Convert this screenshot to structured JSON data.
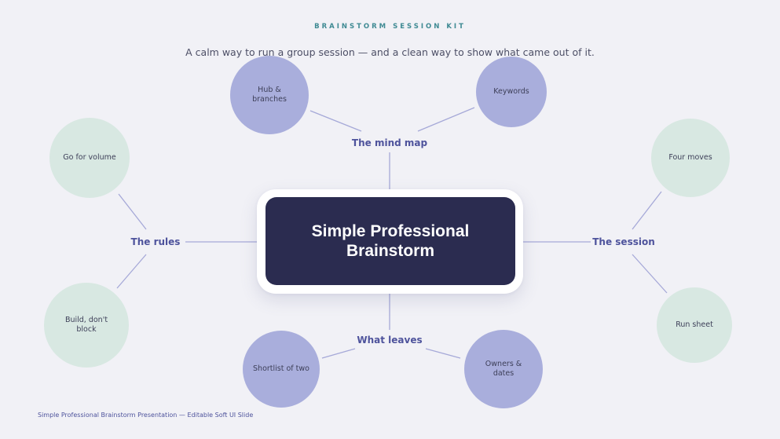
{
  "header": {
    "kicker": "BRAINSTORM SESSION KIT",
    "subtitle": "A calm way to run a group session — and a clean way to show what came out of it."
  },
  "center": {
    "line1": "Simple Professional",
    "line2": "Brainstorm"
  },
  "branches": {
    "mind_map": {
      "label": "The mind map",
      "nodes": [
        {
          "line1": "Hub &",
          "line2": "branches"
        },
        {
          "line1": "Keywords"
        }
      ]
    },
    "rules": {
      "label": "The rules",
      "nodes": [
        {
          "line1": "Go for volume"
        },
        {
          "line1": "Build, don't",
          "line2": "block"
        }
      ]
    },
    "session": {
      "label": "The session",
      "nodes": [
        {
          "line1": "Four moves"
        },
        {
          "line1": "Run sheet"
        }
      ]
    },
    "what_leaves": {
      "label": "What leaves",
      "nodes": [
        {
          "line1": "Shortlist of two"
        },
        {
          "line1": "Owners &",
          "line2": "dates"
        }
      ]
    }
  },
  "footer": "Simple Professional Brainstorm Presentation — Editable Soft UI Slide",
  "colors": {
    "background": "#f1f1f6",
    "center_fill": "#2b2c50",
    "branch_label": "#4e539c",
    "purple_node": "#a9aedc",
    "green_node": "#d8e8e2",
    "connector": "#a6a9d8",
    "kicker": "#3f8a93"
  }
}
